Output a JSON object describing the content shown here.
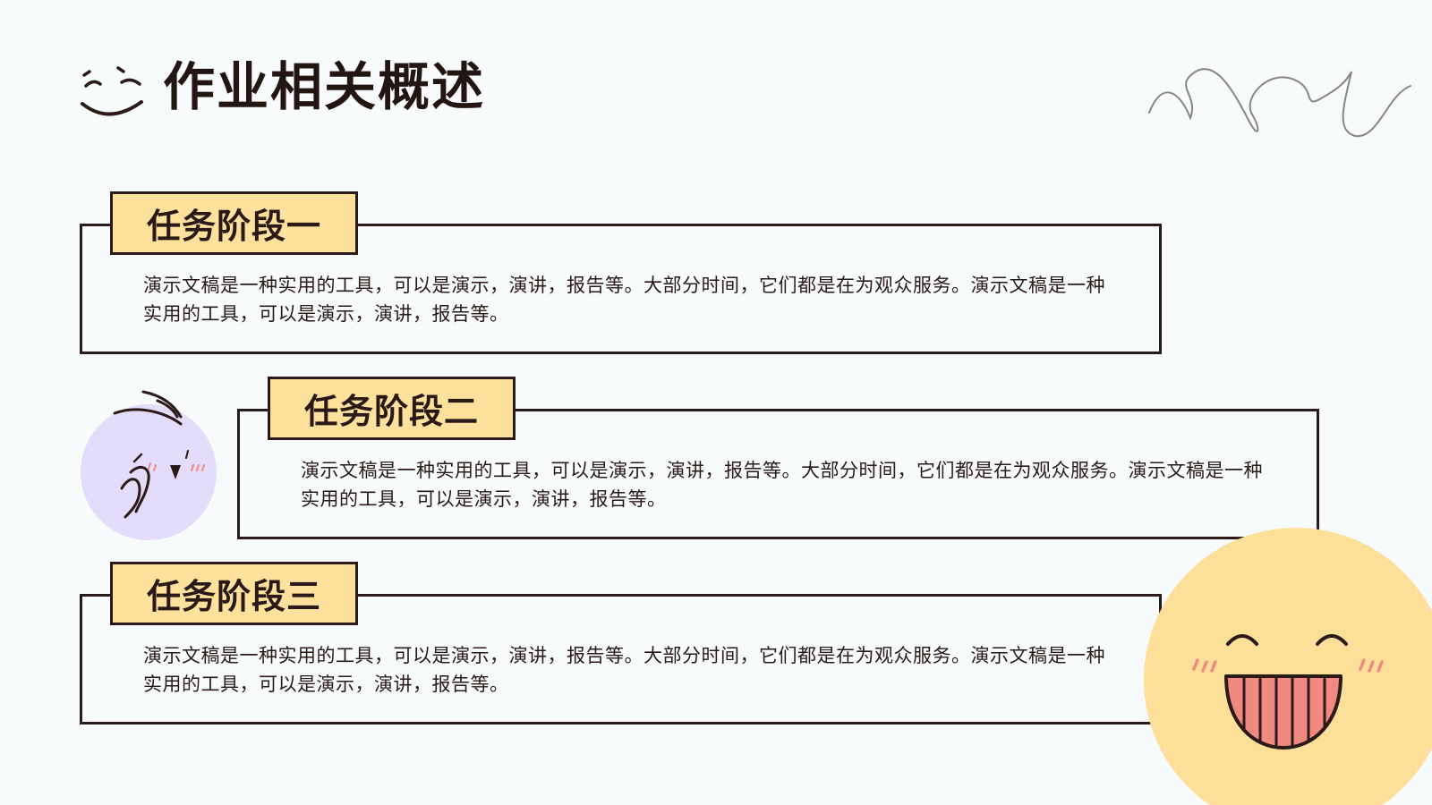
{
  "page": {
    "title": "作业相关概述",
    "colors": {
      "background": "#f8fbfc",
      "tag_fill": "#fde19c",
      "stroke": "#2b1a17",
      "lavender_circle": "#e3dcfa",
      "yellow_emoji": "#fce09a",
      "mouth_fill": "#f08a80"
    }
  },
  "sections": [
    {
      "label": "任务阶段一",
      "text": "演示文稿是一种实用的工具，可以是演示，演讲，报告等。大部分时间，它们都是在为观众服务。演示文稿是一种实用的工具，可以是演示，演讲，报告等。"
    },
    {
      "label": "任务阶段二",
      "text": "演示文稿是一种实用的工具，可以是演示，演讲，报告等。大部分时间，它们都是在为观众服务。演示文稿是一种实用的工具，可以是演示，演讲，报告等。"
    },
    {
      "label": "任务阶段三",
      "text": "演示文稿是一种实用的工具，可以是演示，演讲，报告等。大部分时间，它们都是在为观众服务。演示文稿是一种实用的工具，可以是演示，演讲，报告等。"
    }
  ],
  "decorations": {
    "title_icon": "smiling-face-icon",
    "top_right": "scribble-line-icon",
    "left_middle": "shy-face-circle-icon",
    "bottom_right": "big-grin-emoji-icon"
  }
}
